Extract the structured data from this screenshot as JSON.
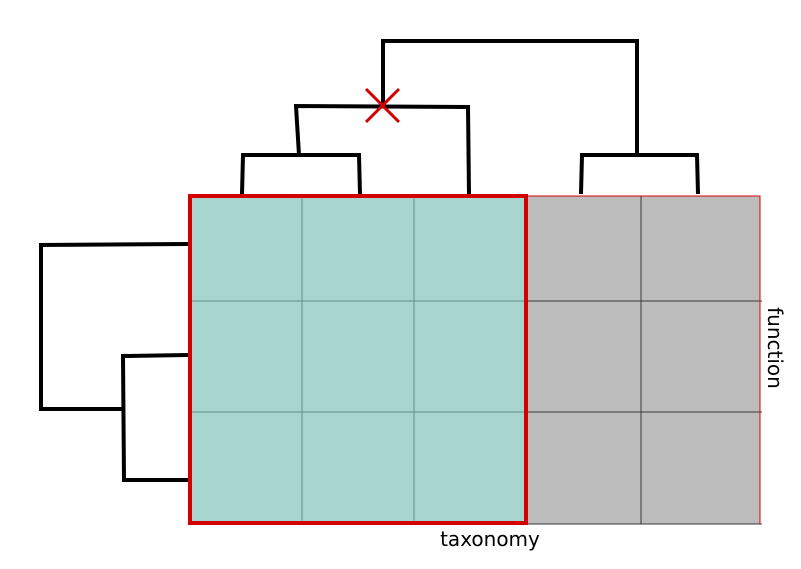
{
  "labels": {
    "x_axis": "taxonomy",
    "y_axis": "function"
  },
  "grid": {
    "rows": 3,
    "columns": 5,
    "highlighted_columns": 3
  },
  "colors": {
    "highlight_cell": "#a9d5d1",
    "other_cell": "#bdbcbd",
    "cell_line_highlight": "#5e8f8b",
    "cell_line_other": "#3a3a3a",
    "selection_border": "#d40000",
    "cut_marker": "#d40000",
    "dendrogram": "#000000"
  }
}
